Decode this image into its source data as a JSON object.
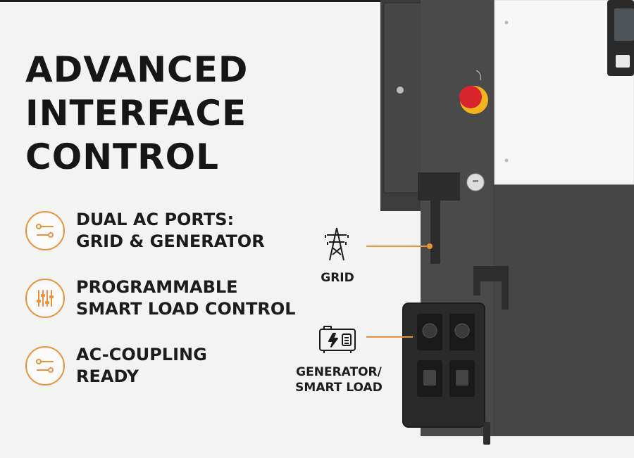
{
  "title": {
    "lines": [
      "ADVANCED",
      "INTERFACE",
      "CONTROL"
    ]
  },
  "features": [
    {
      "icon": "toggle-switches-icon",
      "lines": [
        "DUAL AC PORTS:",
        "GRID & GENERATOR"
      ]
    },
    {
      "icon": "slider-controls-icon",
      "lines": [
        "PROGRAMMABLE",
        "SMART LOAD CONTROL"
      ]
    },
    {
      "icon": "toggle-switches-icon",
      "lines": [
        "AC-COUPLING",
        "READY"
      ]
    }
  ],
  "callouts": {
    "grid": {
      "label": "GRID",
      "icon": "power-tower-icon"
    },
    "generator": {
      "lines": [
        "GENERATOR/",
        "SMART LOAD"
      ],
      "icon": "generator-icon"
    }
  },
  "colors": {
    "accent": "#e8943a",
    "text": "#161616",
    "device_dark": "#4a4a4a",
    "device_light": "#f7f7f7",
    "emergency_stop": "#d9232d"
  }
}
